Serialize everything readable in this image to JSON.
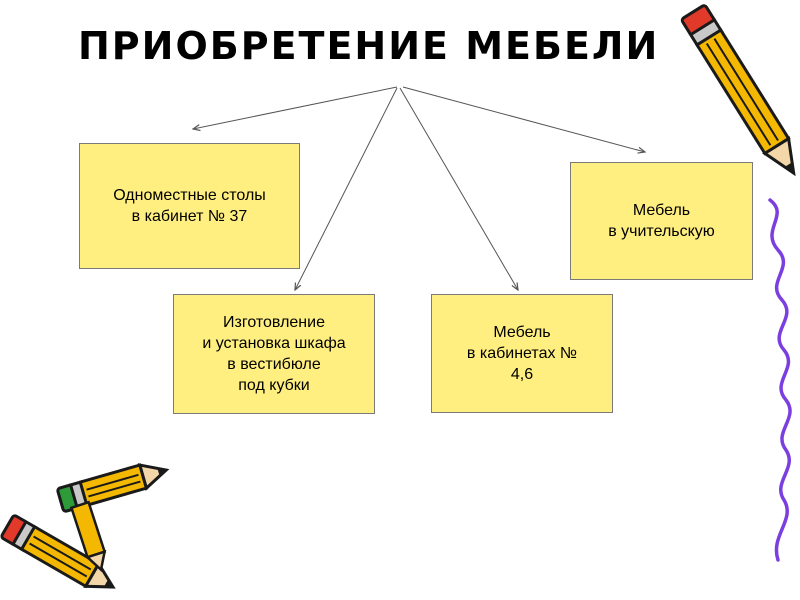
{
  "title": "ПРИОБРЕТЕНИЕ МЕБЕЛИ",
  "boxes": {
    "desks": {
      "line1": "Одноместные столы",
      "line2": "в кабинет № 37"
    },
    "teacher": {
      "line1": "Мебель",
      "line2": "в учительскую"
    },
    "cabinet": {
      "line1": "Изготовление",
      "line2": "и установка шкафа",
      "line3": "в вестибюле",
      "line4": "под кубки"
    },
    "rooms": {
      "line1": "Мебель",
      "line2": "в кабинетах №",
      "line3": "4,6"
    }
  },
  "colors": {
    "box_fill": "#ffee80",
    "box_border": "#7a7a7a",
    "arrow": "#555555",
    "pencil_body": "#f5b800",
    "pencil_outline": "#1a1a1a",
    "squiggle": "#7b3fe0"
  },
  "icons": [
    "pencil-icon",
    "pencil-icon",
    "pencil-icon",
    "squiggle-line"
  ]
}
